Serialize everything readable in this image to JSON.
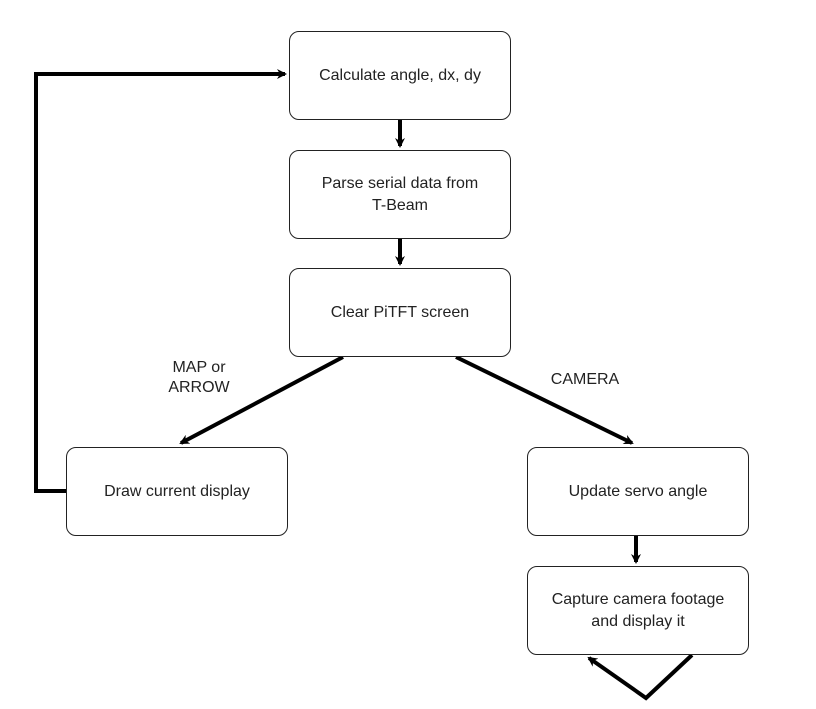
{
  "nodes": {
    "calculate": "Calculate angle, dx, dy",
    "parse": "Parse serial data from\nT-Beam",
    "clear": "Clear PiTFT screen",
    "draw": "Draw current display",
    "servo": "Update servo angle",
    "capture": "Capture camera footage\nand display it"
  },
  "edge_labels": {
    "map_arrow": "MAP or\nARROW",
    "camera": "CAMERA"
  },
  "colors": {
    "stroke": "#000000",
    "text": "#222222"
  }
}
